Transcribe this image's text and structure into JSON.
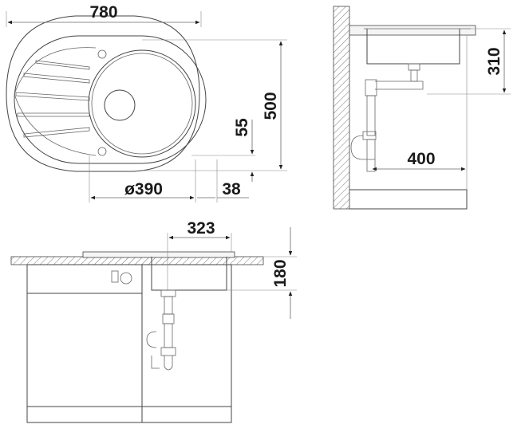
{
  "drawing": {
    "dimensions": {
      "sink_width": "780",
      "sink_depth": "500",
      "waste_offset": "55",
      "bowl_diameter": "ø390",
      "edge_offset": "38",
      "bowl_depth": "310",
      "trap_distance": "400",
      "bowl_width": "323",
      "install_height": "180"
    }
  }
}
